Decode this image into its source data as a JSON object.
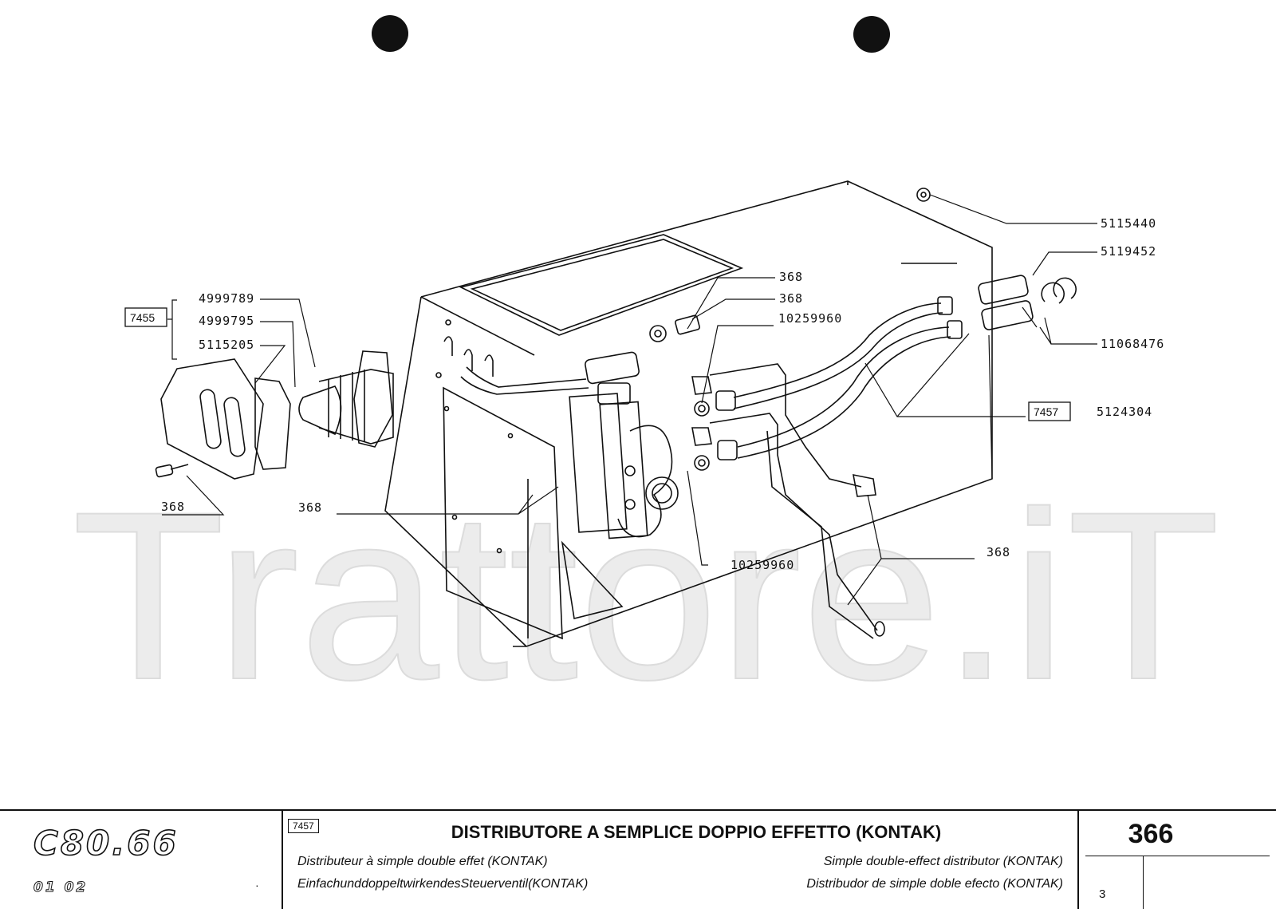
{
  "labels": {
    "p5115440": "5115440",
    "p5119452": "5119452",
    "p368a": "368",
    "p368b": "368",
    "p10259960a": "10259960",
    "p11068476": "11068476",
    "p4999789": "4999789",
    "p4999795": "4999795",
    "p5115205": "5115205",
    "p7455": "7455",
    "p7457": "7457",
    "p5124304": "5124304",
    "p368c": "368",
    "p368d": "368",
    "p10259960b": "10259960",
    "p368e": "368"
  },
  "watermark": "Trattore.iT",
  "title_block": {
    "model": "C80.66",
    "model_sub": "01  02",
    "model_dot": "·",
    "group_code": "7457",
    "title": "DISTRIBUTORE A SEMPLICE DOPPIO EFFETTO (KONTAK)",
    "fr": "Distributeur à simple double effet (KONTAK)",
    "en": "Simple double-effect distributor (KONTAK)",
    "de": "EinfachunddoppeltwirkendesSteuerventil(KONTAK)",
    "es": "Distribudor de simple doble efecto (KONTAK)",
    "page": "366",
    "sheet": "3"
  }
}
